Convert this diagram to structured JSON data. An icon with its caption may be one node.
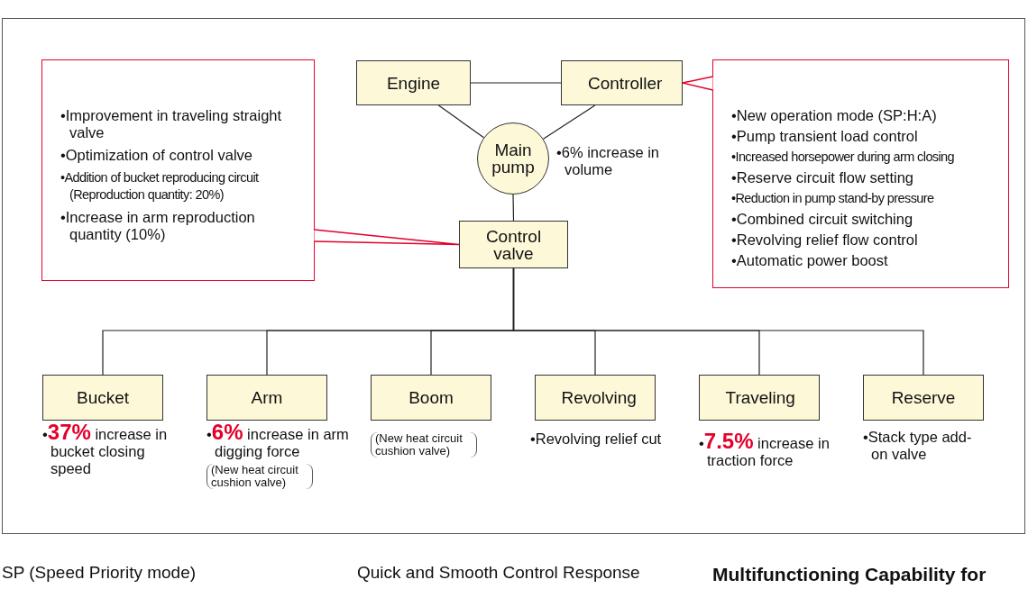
{
  "diagram": {
    "nodes": [
      {
        "text": [
          "Engine"
        ]
      },
      {
        "text": [
          "Controller"
        ]
      },
      {
        "text": [
          "Main pump"
        ],
        "beside": [
          "•6% increase in volume"
        ]
      },
      {
        "text": [
          "Control valve"
        ]
      },
      {
        "text": [
          "Bucket"
        ],
        "beside": [
          "•**37%** increase in bucket closing speed"
        ]
      },
      {
        "text": [
          "Arm"
        ],
        "beside": [
          "•**6%** increase in arm digging force",
          "(New heat circuit cushion valve)"
        ]
      },
      {
        "text": [
          "Boom"
        ],
        "beside": [
          "(New heat circuit cushion valve)"
        ]
      },
      {
        "text": [
          "Revolving"
        ],
        "beside": [
          "•Revolving relief cut"
        ]
      },
      {
        "text": [
          "Traveling"
        ],
        "beside": [
          "•**7.5%** increase in traction force"
        ]
      },
      {
        "text": [
          "Reserve"
        ],
        "beside": [
          "•Stack type add-on valve"
        ]
      },
      {
        "text": [
          "•Improvement in traveling straight valve",
          "•Optimization of control valve",
          "•Addition of bucket reproducing circuit (Reproduction quantity: 20%)",
          "•Increase in arm reproduction quantity (10%)"
        ]
      },
      {
        "text": [
          "•New operation mode (SP:H:A)",
          "•Pump transient load control",
          "•Increased horsepower during arm closing",
          "•Reserve circuit flow setting",
          "•Reduction in pump stand-by pressure",
          "•Combined circuit switching",
          "•Revolving relief flow control",
          "•Automatic power boost"
        ]
      }
    ],
    "edges": [
      {
        "from": 0,
        "to": 1,
        "arrow": "none"
      },
      {
        "from": 0,
        "to": 2,
        "arrow": "none"
      },
      {
        "from": 1,
        "to": 2,
        "arrow": "none"
      },
      {
        "from": 2,
        "to": 3,
        "arrow": "none"
      },
      {
        "from": 3,
        "to": 4,
        "arrow": "none"
      },
      {
        "from": 3,
        "to": 5,
        "arrow": "none"
      },
      {
        "from": 3,
        "to": 6,
        "arrow": "none"
      },
      {
        "from": 3,
        "to": 7,
        "arrow": "none"
      },
      {
        "from": 3,
        "to": 8,
        "arrow": "none"
      },
      {
        "from": 3,
        "to": 9,
        "arrow": "none"
      },
      {
        "from": 10,
        "to": 3,
        "arrow": "none",
        "color": "#e4002b"
      },
      {
        "from": 11,
        "to": 1,
        "arrow": "none",
        "color": "#e4002b"
      }
    ],
    "labels": [
      "SP (Speed Priority mode)",
      "Quick and Smooth Control Response",
      "Multifunctioning Capability for"
    ]
  }
}
